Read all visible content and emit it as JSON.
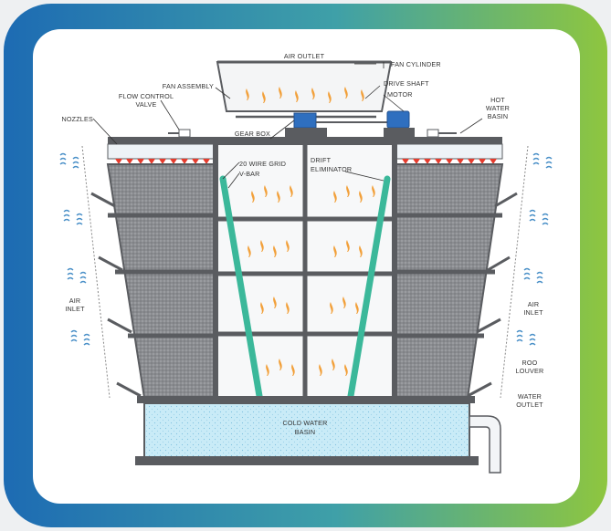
{
  "colors": {
    "border_start": "#1d6bb3",
    "border_end": "#8ec63f",
    "panel": "#ffffff",
    "structure": "#5a5c60",
    "fill_media": "#8d8f93",
    "drift_eliminator": "#3bb89a",
    "water_basin": "#bfe6f5",
    "air_flow": "#f2a03a",
    "motor": "#2f6fbf",
    "nozzle": "#e53c2e",
    "inlet_air": "#4a90c8"
  },
  "labels": {
    "air_outlet": "AIR OUTLET",
    "fan_cylinder": "FAN CYLINDER",
    "fan_assembly": "FAN ASSEMBLY",
    "drive_shaft": "DRIVE SHAFT",
    "flow_control_1": "FLOW CONTROL",
    "flow_control_2": "VALVE",
    "motor": "MOTOR",
    "nozzles": "NOZZLES",
    "gear_box": "GEAR BOX",
    "hot_water_1": "HOT",
    "hot_water_2": "WATER",
    "hot_water_3": "BASIN",
    "wire_grid": "20 WIRE GRID",
    "v_bar": "V-BAR",
    "drift_1": "DRIFT",
    "drift_2": "ELIMINATOR",
    "air_inlet_left_1": "AIR",
    "air_inlet_left_2": "INLET",
    "air_inlet_right_1": "AIR",
    "air_inlet_right_2": "INLET",
    "roo_louver_1": "ROO",
    "roo_louver_2": "LOUVER",
    "water_outlet_1": "WATER",
    "water_outlet_2": "OUTLET",
    "cold_water_1": "COLD WATER",
    "cold_water_2": "BASIN"
  }
}
